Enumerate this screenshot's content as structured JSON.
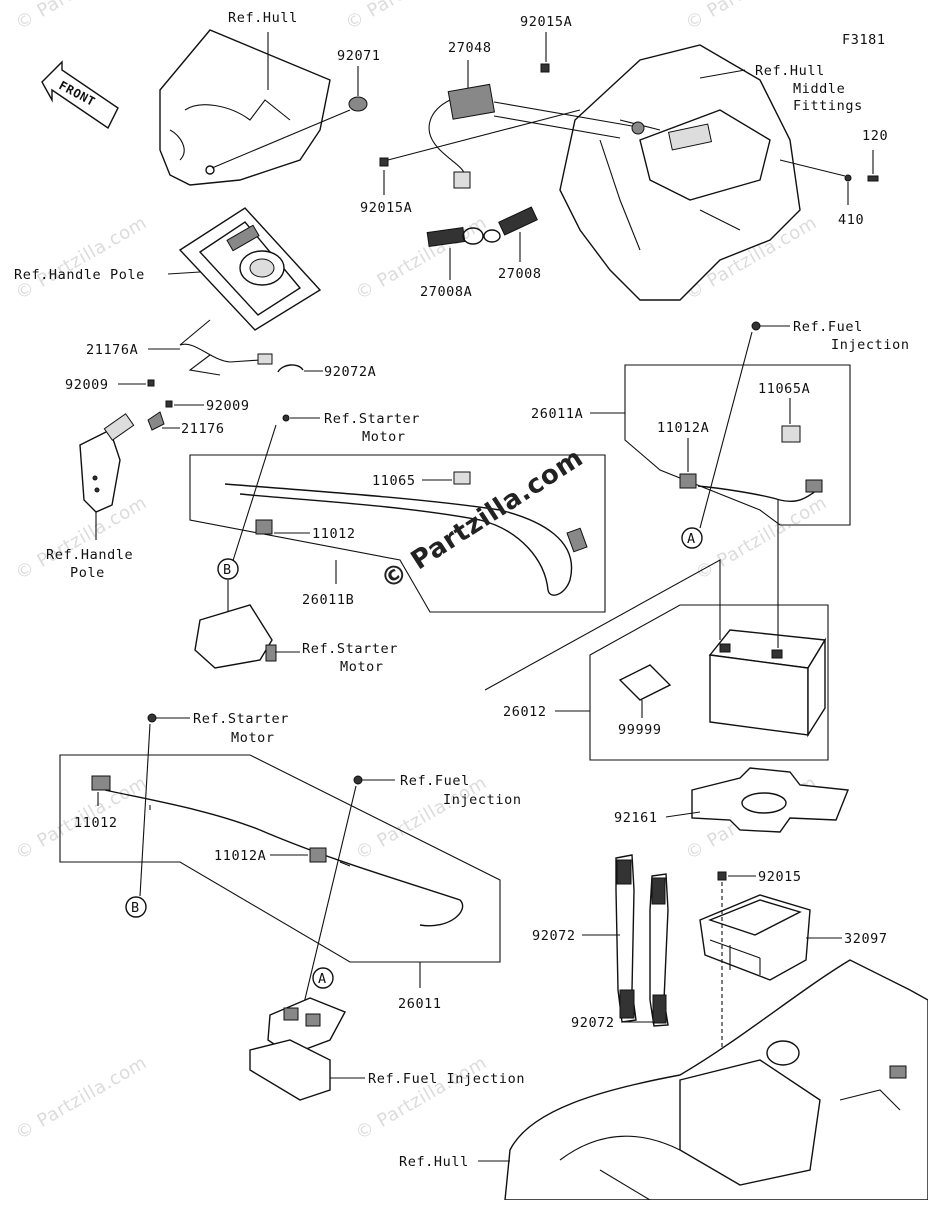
{
  "figure_code": "F3181",
  "front_label": "FRONT",
  "watermark": {
    "text": "© Partzilla.com",
    "center_text": "© Partzilla.com"
  },
  "refs": {
    "hull_top": "Ref.Hull",
    "hull_middle": [
      "Ref.Hull",
      "Middle",
      "Fittings"
    ],
    "handle_pole_1": "Ref.Handle Pole",
    "handle_pole_2": [
      "Ref.Handle",
      "Pole"
    ],
    "starter_motor_1": [
      "Ref.Starter",
      "Motor"
    ],
    "starter_motor_2": [
      "Ref.Starter",
      "Motor"
    ],
    "starter_motor_3": [
      "Ref.Starter",
      "Motor"
    ],
    "fuel_injection_1": [
      "Ref.Fuel",
      "Injection"
    ],
    "fuel_injection_2": [
      "Ref.Fuel",
      "Injection"
    ],
    "fuel_injection_3": "Ref.Fuel Injection",
    "hull_bottom": "Ref.Hull"
  },
  "parts": {
    "p92071": "92071",
    "p27048": "27048",
    "p92015A_top": "92015A",
    "p92015A_bottom": "92015A",
    "p27008A": "27008A",
    "p27008": "27008",
    "p120": "120",
    "p410": "410",
    "p21176A": "21176A",
    "p92009_a": "92009",
    "p92072A": "92072A",
    "p92009_b": "92009",
    "p21176": "21176",
    "p11065": "11065",
    "p11012_a": "11012",
    "p26011B": "26011B",
    "p26011A": "26011A",
    "p11012A_a": "11012A",
    "p11065A": "11065A",
    "p26012": "26012",
    "p99999": "99999",
    "p11012_b": "11012",
    "p11012A_b": "11012A",
    "p26011": "26011",
    "p92161": "92161",
    "p92015": "92015",
    "p92072_a": "92072",
    "p32097": "32097",
    "p92072_b": "92072"
  },
  "callouts": {
    "a1": "A",
    "b1": "B",
    "a2": "A",
    "b2": "B"
  }
}
